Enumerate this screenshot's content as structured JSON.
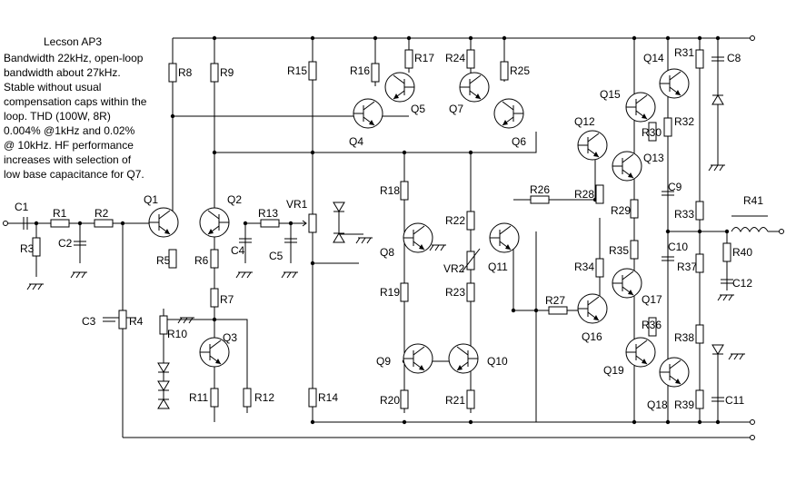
{
  "title": "Lecson AP3",
  "description": [
    "Bandwidth 22kHz, open-loop",
    "bandwidth about 27kHz.",
    "Stable without usual",
    "compensation caps within the",
    "loop. THD (100W, 8R)",
    "0.004% @1kHz and 0.02%",
    "@ 10kHz. HF performance",
    "increases with selection of",
    "low base capacitance for Q7."
  ],
  "resistors": [
    "R1",
    "R2",
    "R3",
    "R4",
    "R5",
    "R6",
    "R7",
    "R8",
    "R9",
    "R10",
    "R11",
    "R12",
    "R13",
    "R14",
    "R15",
    "R16",
    "R17",
    "R18",
    "R19",
    "R20",
    "R21",
    "R22",
    "R23",
    "R24",
    "R25",
    "R26",
    "R27",
    "R28",
    "R29",
    "R30",
    "R31",
    "R32",
    "R33",
    "R34",
    "R35",
    "R36",
    "R37",
    "R38",
    "R39",
    "R40",
    "R41"
  ],
  "capacitors": [
    "C1",
    "C2",
    "C3",
    "C4",
    "C5",
    "C8",
    "C9",
    "C10",
    "C11",
    "C12"
  ],
  "transistors": [
    "Q1",
    "Q2",
    "Q3",
    "Q4",
    "Q5",
    "Q6",
    "Q7",
    "Q8",
    "Q9",
    "Q10",
    "Q11",
    "Q12",
    "Q13",
    "Q14",
    "Q15",
    "Q16",
    "Q17",
    "Q18",
    "Q19"
  ],
  "potentiometers": [
    "VR1",
    "VR2"
  ]
}
